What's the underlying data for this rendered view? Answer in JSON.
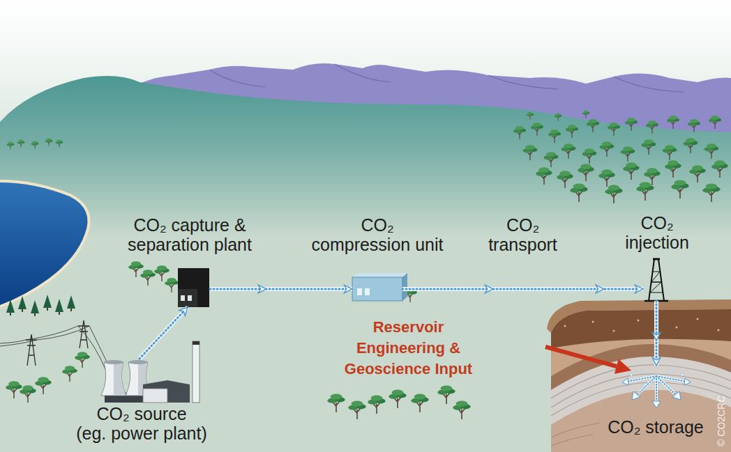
{
  "diagram": {
    "nodes": [
      {
        "text": [
          "CO₂ capture & separation plant"
        ]
      },
      {
        "text": [
          "CO₂ compression unit"
        ]
      },
      {
        "text": [
          "CO₂ injection"
        ]
      },
      {
        "text": [
          "CO₂ source",
          "(eg. power plant)"
        ]
      },
      {
        "text": [
          "CO₂ storage"
        ]
      }
    ],
    "edges": [
      {
        "from": 3,
        "to": 0,
        "arrow": "to"
      },
      {
        "from": 0,
        "to": 1,
        "arrow": "to"
      },
      {
        "from": 1,
        "to": 2,
        "arrow": "to",
        "label": "CO₂ transport"
      },
      {
        "from": 2,
        "to": 4,
        "arrow": "to"
      }
    ],
    "labels": [
      "Reservoir Engineering & Geoscience Input",
      "© CO2CRC"
    ]
  }
}
